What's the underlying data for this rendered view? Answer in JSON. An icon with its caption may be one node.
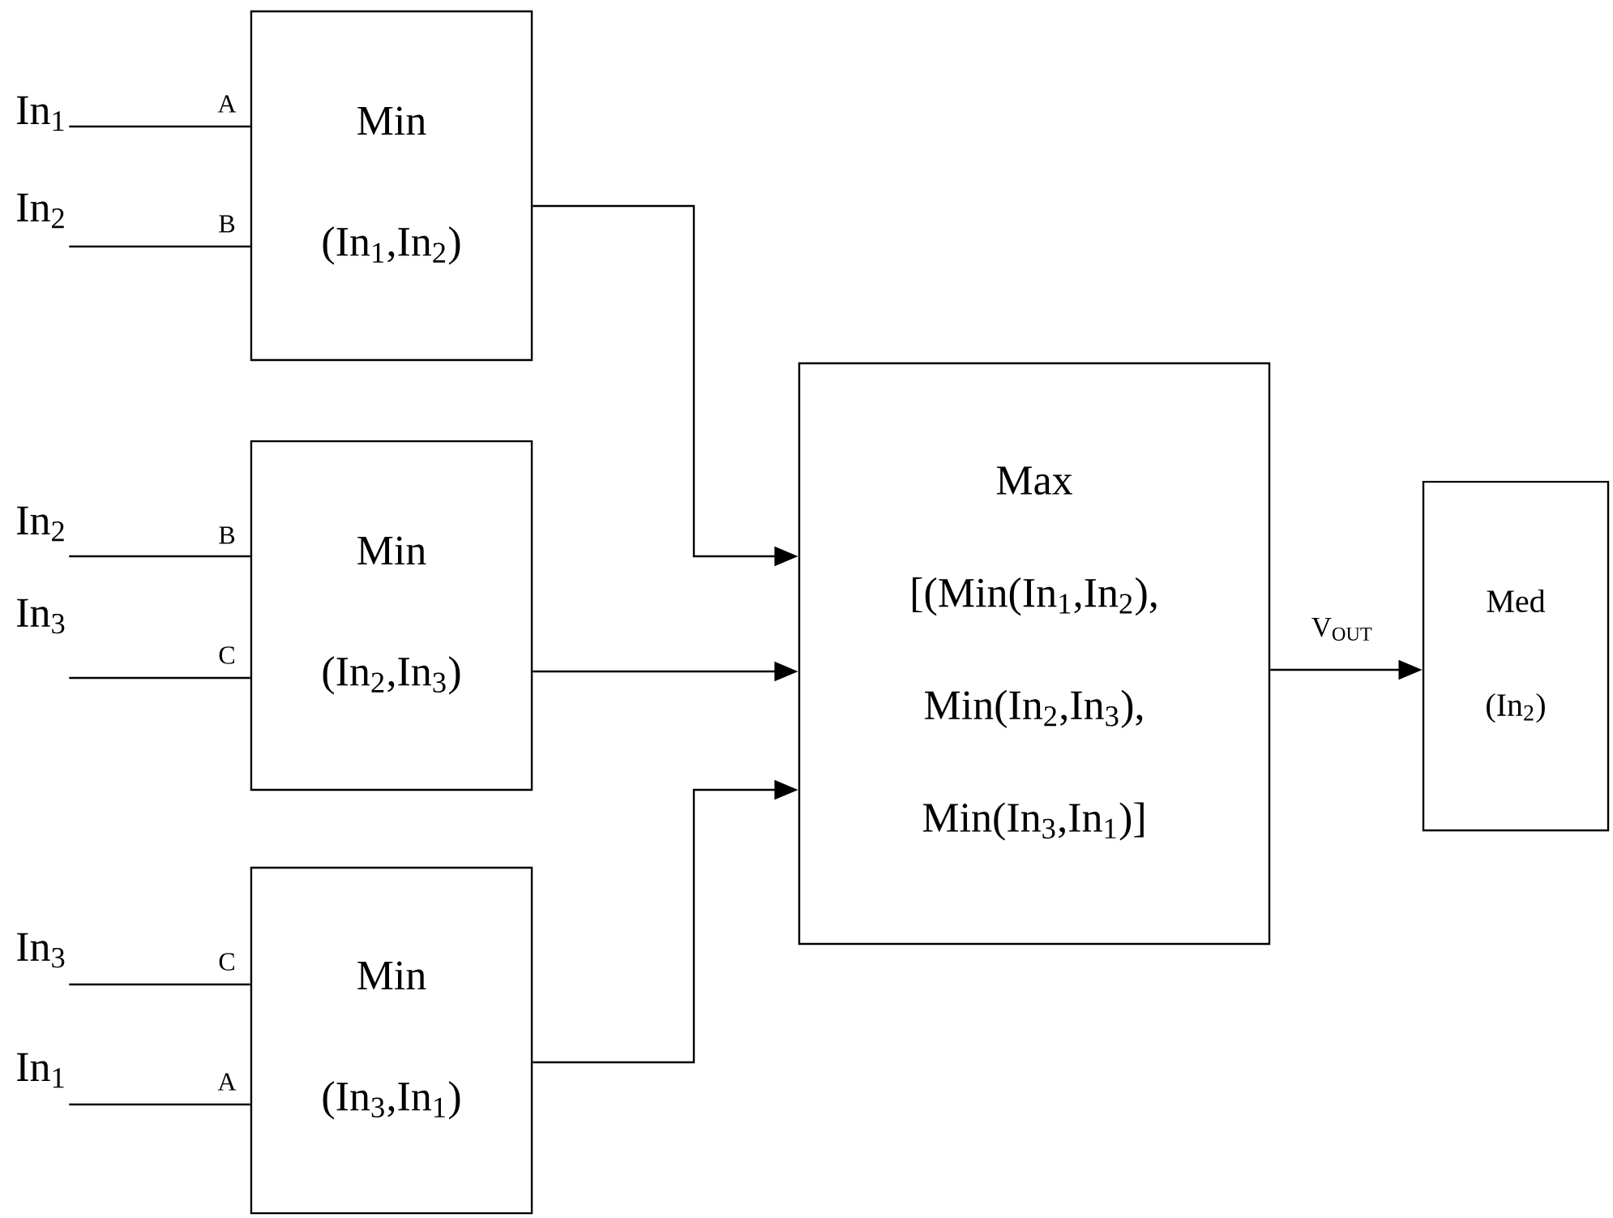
{
  "diagram": {
    "nodes": [
      {
        "text": [
          "Min",
          "(In$_{1}$,In$_{2}$)"
        ]
      },
      {
        "text": [
          "Min",
          "(In$_{2}$,In$_{3}$)"
        ]
      },
      {
        "text": [
          "Min",
          "(In$_{3}$,In$_{1}$)"
        ]
      },
      {
        "text": [
          "Max",
          "[(Min(In$_{1}$,In$_{2}$), Min(In$_{2}$,In$_{3}$), Min(In$_{3}$,In$_{1}$)]"
        ]
      },
      {
        "text": [
          "Med",
          "(In$_{2}$)"
        ]
      },
      {
        "text": [
          "In$_{1}$"
        ]
      },
      {
        "text": [
          "In$_{2}$"
        ]
      },
      {
        "text": [
          "In$_{2}$"
        ]
      },
      {
        "text": [
          "In$_{3}$"
        ]
      },
      {
        "text": [
          "In$_{3}$"
        ]
      },
      {
        "text": [
          "In$_{1}$"
        ]
      }
    ],
    "edges": [
      {
        "from": 5,
        "to": 0,
        "arrow": "none",
        "label": "A"
      },
      {
        "from": 6,
        "to": 0,
        "arrow": "none",
        "label": "B"
      },
      {
        "from": 7,
        "to": 1,
        "arrow": "none",
        "label": "B"
      },
      {
        "from": 8,
        "to": 1,
        "arrow": "none",
        "label": "C"
      },
      {
        "from": 9,
        "to": 2,
        "arrow": "none",
        "label": "C"
      },
      {
        "from": 10,
        "to": 2,
        "arrow": "none",
        "label": "A"
      },
      {
        "from": 0,
        "to": 3,
        "arrow": "to"
      },
      {
        "from": 1,
        "to": 3,
        "arrow": "to"
      },
      {
        "from": 2,
        "to": 3,
        "arrow": "to"
      },
      {
        "from": 3,
        "to": 4,
        "arrow": "to",
        "label": "V$_{OUT}$"
      }
    ]
  }
}
